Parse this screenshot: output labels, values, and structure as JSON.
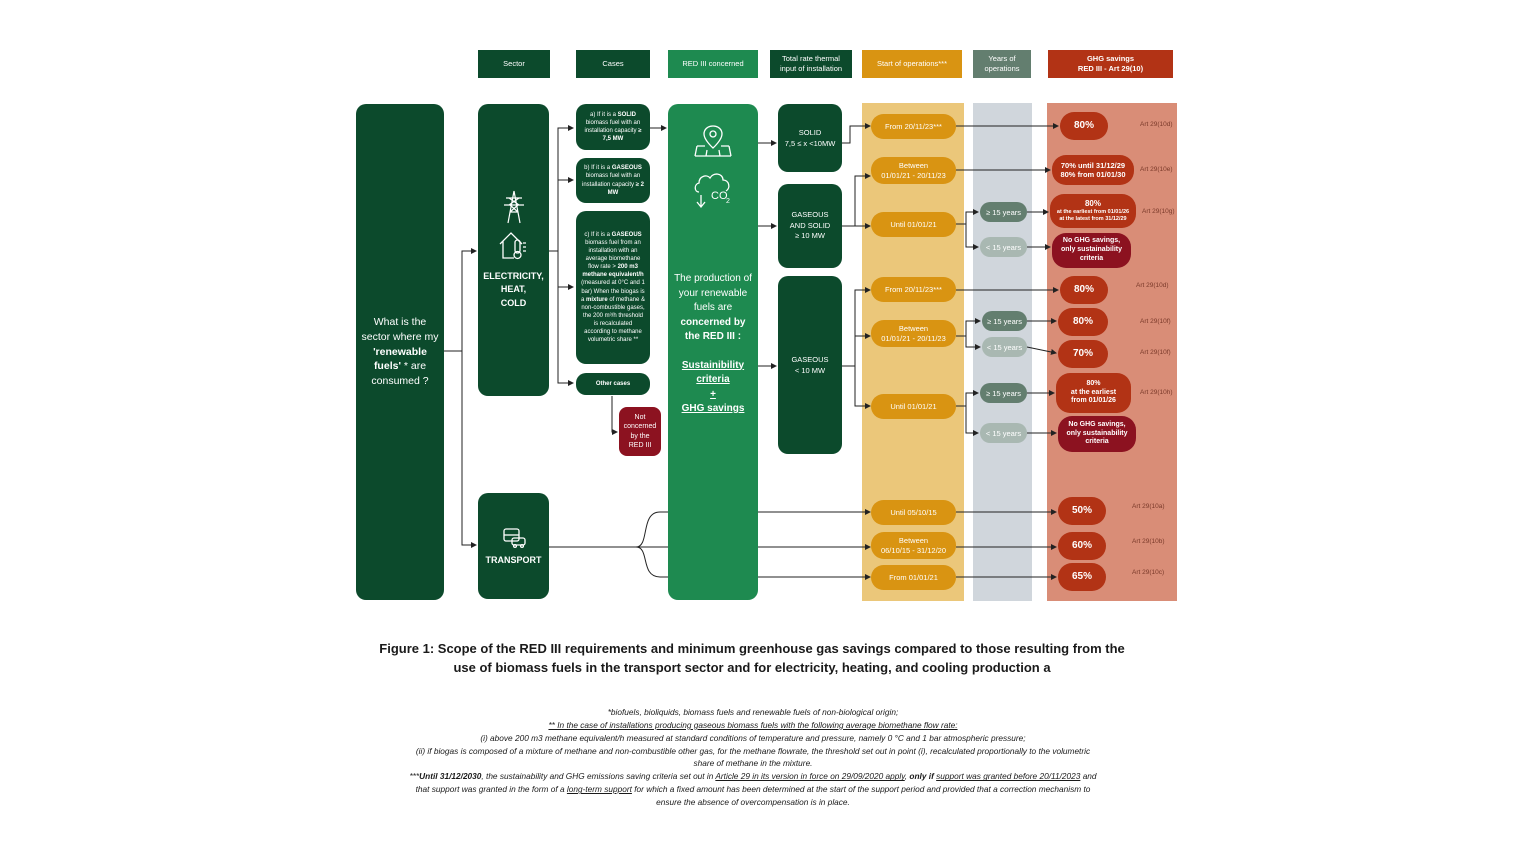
{
  "headers": {
    "sector": "Sector",
    "cases": "Cases",
    "red3": "RED III concerned",
    "thermal_line1": "Total rate thermal",
    "thermal_line2": "input of installation",
    "start": "Start of operations***",
    "years_line1": "Years of",
    "years_line2": "operations",
    "ghg_line1": "GHG savings",
    "ghg_line2": "RED III - Art 29(10)"
  },
  "question": {
    "l1": "What is the",
    "l2": "sector where my",
    "l3": "'renewable",
    "l4": "fuels'",
    "l4b": " * are",
    "l5": "consumed ?"
  },
  "sectors": {
    "elec_l1": "ELECTRICITY,",
    "elec_l2": "HEAT,",
    "elec_l3": "COLD",
    "transport": "TRANSPORT"
  },
  "cases": {
    "a_pre": "a) If it is a ",
    "a_bold": "SOLID",
    "a_rest": " biomass fuel with an installation capacity ",
    "a_val": "≥ 7,5 MW",
    "b_pre": "b) If it is a ",
    "b_bold": "GASEOUS",
    "b_rest": " biomass fuel with an installation capacity ",
    "b_val": "≥ 2 MW",
    "c_pre": "c) If it is a ",
    "c_bold": "GASEOUS",
    "c_rest1": " biomass fuel from an installation with an average biomethane flow rate > ",
    "c_val": "200 m3 methane equivalent/h",
    "c_rest2": " (measured at 0°C and 1 bar) When the biogas is a ",
    "c_bold2": "mixture",
    "c_rest3": " of methane & non-combustible gases, the 200 m³/h threshold is recalculated according to methane volumetric share **",
    "other": "Other cases",
    "not_l1": "Not",
    "not_l2": "concerned",
    "not_l3": "by the",
    "not_l4": "RED III"
  },
  "red3": {
    "t1": "The production of",
    "t2": "your renewable",
    "t3": "fuels are",
    "t4": "concerned by",
    "t5": "the RED III :",
    "u1": "Sustainibility",
    "u2": "criteria",
    "plus": "+",
    "u3": "GHG savings"
  },
  "thermal": {
    "solid_l1": "SOLID",
    "solid_l2": "7,5  ≤ x <10MW",
    "gs_l1": "GASEOUS",
    "gs_l2": "AND SOLID",
    "gs_l3": "≥ 10 MW",
    "gas_l1": "GASEOUS",
    "gas_l2": "< 10 MW"
  },
  "start": {
    "s1": "From 20/11/23***",
    "s2_l1": "Between",
    "s2_l2": "01/01/21 - 20/11/23",
    "s3": "Until 01/01/21",
    "s4": "From 20/11/23***",
    "s5_l1": "Between",
    "s5_l2": "01/01/21 - 20/11/23",
    "s6": "Until 01/01/21",
    "s7": "Until 05/10/15",
    "s8_l1": "Between",
    "s8_l2": "06/10/15 - 31/12/20",
    "s9": "From 01/01/21"
  },
  "years": {
    "ge15": "≥ 15 years",
    "lt15": "< 15 years"
  },
  "ghg": {
    "g1": "80%",
    "g2_l1": "70% until 31/12/29",
    "g2_l2": "80% from 01/01/30",
    "g3_l1": "80%",
    "g3_l2": "at the earliest from 01/01/26",
    "g3_l3": "at the latest from 31/12/29",
    "g4_l1": "No GHG savings,",
    "g4_l2": "only sustainability",
    "g4_l3": "criteria",
    "g5": "80%",
    "g6": "80%",
    "g7": "70%",
    "g8_l1": "80%",
    "g8_l2": "at the earliest",
    "g8_l3": "from 01/01/26",
    "g9_l1": "No GHG savings,",
    "g9_l2": "only sustainability",
    "g9_l3": "criteria",
    "g10": "50%",
    "g11": "60%",
    "g12": "65%"
  },
  "articles": {
    "a1": "Art 29(10d)",
    "a2": "Art 29(10e)",
    "a3": "Art 29(10g)",
    "a4": "Art 29(10d)",
    "a5": "Art 29(10f)",
    "a6": "Art 29(10f)",
    "a7": "Art 29(10h)",
    "a8": "Art 29(10a)",
    "a9": "Art 29(10b)",
    "a10": "Art 29(10c)"
  },
  "caption": {
    "l1": "Figure 1: Scope of the RED III requirements and minimum greenhouse gas savings compared to those resulting from the",
    "l2": "use of biomass fuels in the transport sector and for electricity, heating, and cooling production a"
  },
  "notes": {
    "n1": "*biofuels, bioliquids, biomass fuels and renewable fuels of non-biological origin;",
    "n2": "** In the case of installations producing gaseous biomass fuels with the following average biomethane flow rate:",
    "n3": "(i) above 200 m3 methane equivalent/h measured at standard conditions of temperature and pressure, namely 0 °C and 1 bar atmospheric pressure;",
    "n4": "(ii) if biogas is composed of a mixture of methane and non-combustible other gas, for the methane flowrate, the threshold set out in point (i), recalculated proportionally to the volumetric",
    "n5": "share of methane in the mixture.",
    "n6a": "***",
    "n6b": "Until 31/12/2030",
    "n6c": ", the sustainability and GHG emissions saving criteria set out in ",
    "n6d": "Article 29 in its version in force on 29/09/2020 apply",
    "n6e": ", ",
    "n6f": "only if",
    "n6g": " ",
    "n6h": "support was granted before 20/11/2023",
    "n6i": " and",
    "n7a": "that support was granted in the form of a ",
    "n7b": "long-term support",
    "n7c": " for which a fixed amount has been determined at the start of the support period and provided that a correction mechanism to",
    "n8": "ensure the absence of overcompensation is in place."
  },
  "colors": {
    "dark_green": "#0c4a2c",
    "mid_green": "#1e8a50",
    "slate_green": "#637e6f",
    "amber": "#d99412",
    "amber_bg": "#ebc77a",
    "gray_bg": "#d0d6dc",
    "salmon_bg": "#d98d77",
    "red": "#b23315",
    "dark_red": "#8c1220"
  },
  "icons": [
    "power-pylon-icon",
    "house-thermometer-icon",
    "map-pin-icon",
    "co2-cloud-icon",
    "bus-car-icon"
  ]
}
